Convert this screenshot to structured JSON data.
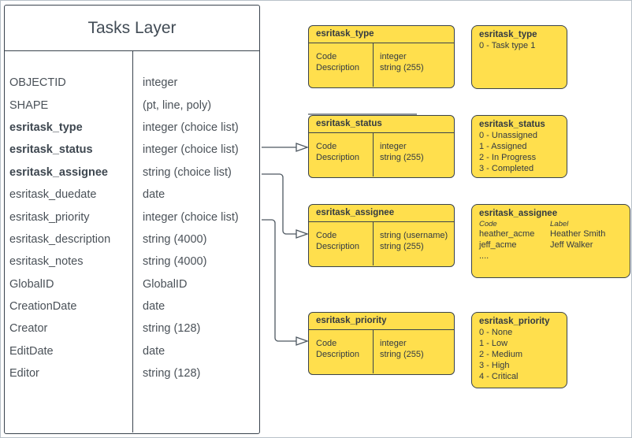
{
  "diagram": {
    "tasks_layer": {
      "title": "Tasks Layer",
      "fields": [
        {
          "name": "OBJECTID",
          "type": "integer"
        },
        {
          "name": "SHAPE",
          "type": "(pt, line, poly)"
        },
        {
          "name": "esritask_type",
          "type": "integer (choice list)"
        },
        {
          "name": "esritask_status",
          "type": "integer (choice list)"
        },
        {
          "name": "esritask_assignee",
          "type": "string (choice list)"
        },
        {
          "name": "esritask_duedate",
          "type": "date"
        },
        {
          "name": "esritask_priority",
          "type": "integer (choice list)"
        },
        {
          "name": "esritask_description",
          "type": "string (4000)"
        },
        {
          "name": "esritask_notes",
          "type": "string (4000)"
        },
        {
          "name": "GlobalID",
          "type": "GlobalID"
        },
        {
          "name": "CreationDate",
          "type": "date"
        },
        {
          "name": "Creator",
          "type": "string (128)"
        },
        {
          "name": "EditDate",
          "type": "date"
        },
        {
          "name": "Editor",
          "type": "string (128)"
        }
      ]
    },
    "domain_tables": [
      {
        "title": "esritask_type",
        "rows": [
          {
            "field": "Code",
            "type": "integer"
          },
          {
            "field": "Description",
            "type": "string (255)"
          }
        ]
      },
      {
        "title": "esritask_status",
        "rows": [
          {
            "field": "Code",
            "type": "integer"
          },
          {
            "field": "Description",
            "type": "string (255)"
          }
        ]
      },
      {
        "title": "esritask_assignee",
        "rows": [
          {
            "field": "Code",
            "type": "string (username)"
          },
          {
            "field": "Description",
            "type": "string (255)"
          }
        ]
      },
      {
        "title": "esritask_priority",
        "rows": [
          {
            "field": "Code",
            "type": "integer"
          },
          {
            "field": "Description",
            "type": "string (255)"
          }
        ]
      }
    ],
    "value_lists": {
      "type": {
        "title": "esritask_type",
        "values": [
          "0 - Task type 1"
        ]
      },
      "status": {
        "title": "esritask_status",
        "values": [
          "0 - Unassigned",
          "1 - Assigned",
          "2 - In Progress",
          "3 - Completed"
        ]
      },
      "assignee": {
        "title": "esritask_assignee",
        "col_headers": {
          "code": "Code",
          "label": "Label"
        },
        "rows": [
          {
            "code": "heather_acme",
            "label": "Heather Smith"
          },
          {
            "code": "jeff_acme",
            "label": "Jeff Walker"
          }
        ],
        "ellipsis": "...."
      },
      "priority": {
        "title": "esritask_priority",
        "values": [
          "0 - None",
          "1 - Low",
          "2 - Medium",
          "3 - High",
          "4 - Critical"
        ]
      }
    },
    "colors": {
      "shape_fill": "#FFDF4D",
      "shape_stroke": "#39424C",
      "table_stroke": "#39434D",
      "table_text": "#4A5158",
      "connector": "#4D5760"
    }
  }
}
